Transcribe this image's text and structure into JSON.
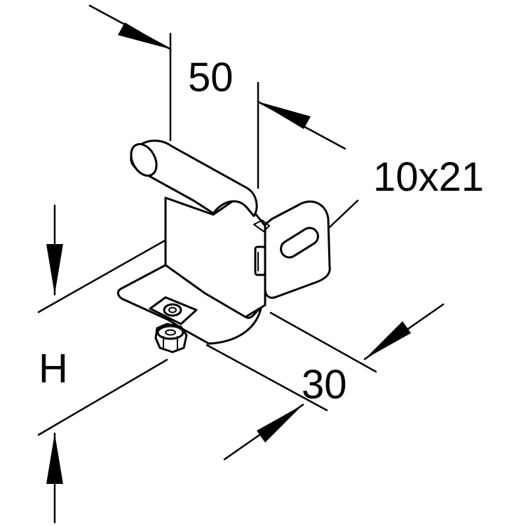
{
  "dimensions": {
    "width_top": "50",
    "slot_size": "10x21",
    "depth": "30",
    "height": "H"
  }
}
